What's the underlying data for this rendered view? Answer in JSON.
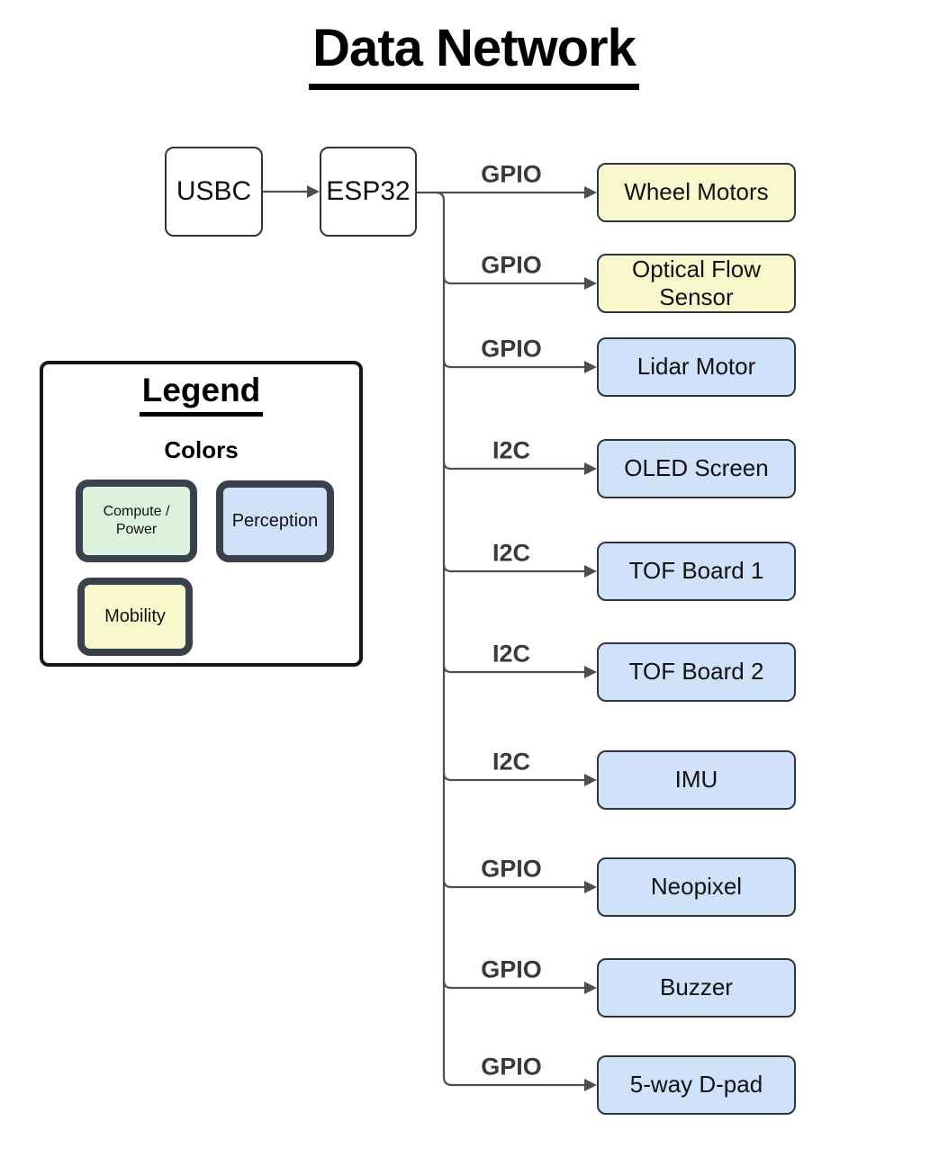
{
  "title": "Data Network",
  "colors": {
    "compute_power": "#ddf2dc",
    "perception": "#cfe2fa",
    "mobility": "#f9f8cd",
    "line": "#4a4f54",
    "node_border": "#2e353c",
    "swatch_border": "#39424c"
  },
  "source_chain": [
    {
      "label": "USBC",
      "category": "compute_power"
    },
    {
      "label": "ESP32",
      "category": "compute_power"
    }
  ],
  "connections": [
    {
      "bus": "GPIO",
      "target": "Wheel Motors",
      "category": "mobility"
    },
    {
      "bus": "GPIO",
      "target": "Optical Flow Sensor",
      "category": "mobility"
    },
    {
      "bus": "GPIO",
      "target": "Lidar Motor",
      "category": "perception"
    },
    {
      "bus": "I2C",
      "target": "OLED Screen",
      "category": "perception"
    },
    {
      "bus": "I2C",
      "target": "TOF Board 1",
      "category": "perception"
    },
    {
      "bus": "I2C",
      "target": "TOF Board 2",
      "category": "perception"
    },
    {
      "bus": "I2C",
      "target": "IMU",
      "category": "perception"
    },
    {
      "bus": "GPIO",
      "target": "Neopixel",
      "category": "perception"
    },
    {
      "bus": "GPIO",
      "target": "Buzzer",
      "category": "perception"
    },
    {
      "bus": "GPIO",
      "target": "5-way D-pad",
      "category": "perception"
    }
  ],
  "legend": {
    "title": "Legend",
    "subtitle": "Colors",
    "entries": [
      {
        "label": "Compute / Power",
        "category": "compute_power"
      },
      {
        "label": "Perception",
        "category": "perception"
      },
      {
        "label": "Mobility",
        "category": "mobility"
      }
    ]
  }
}
